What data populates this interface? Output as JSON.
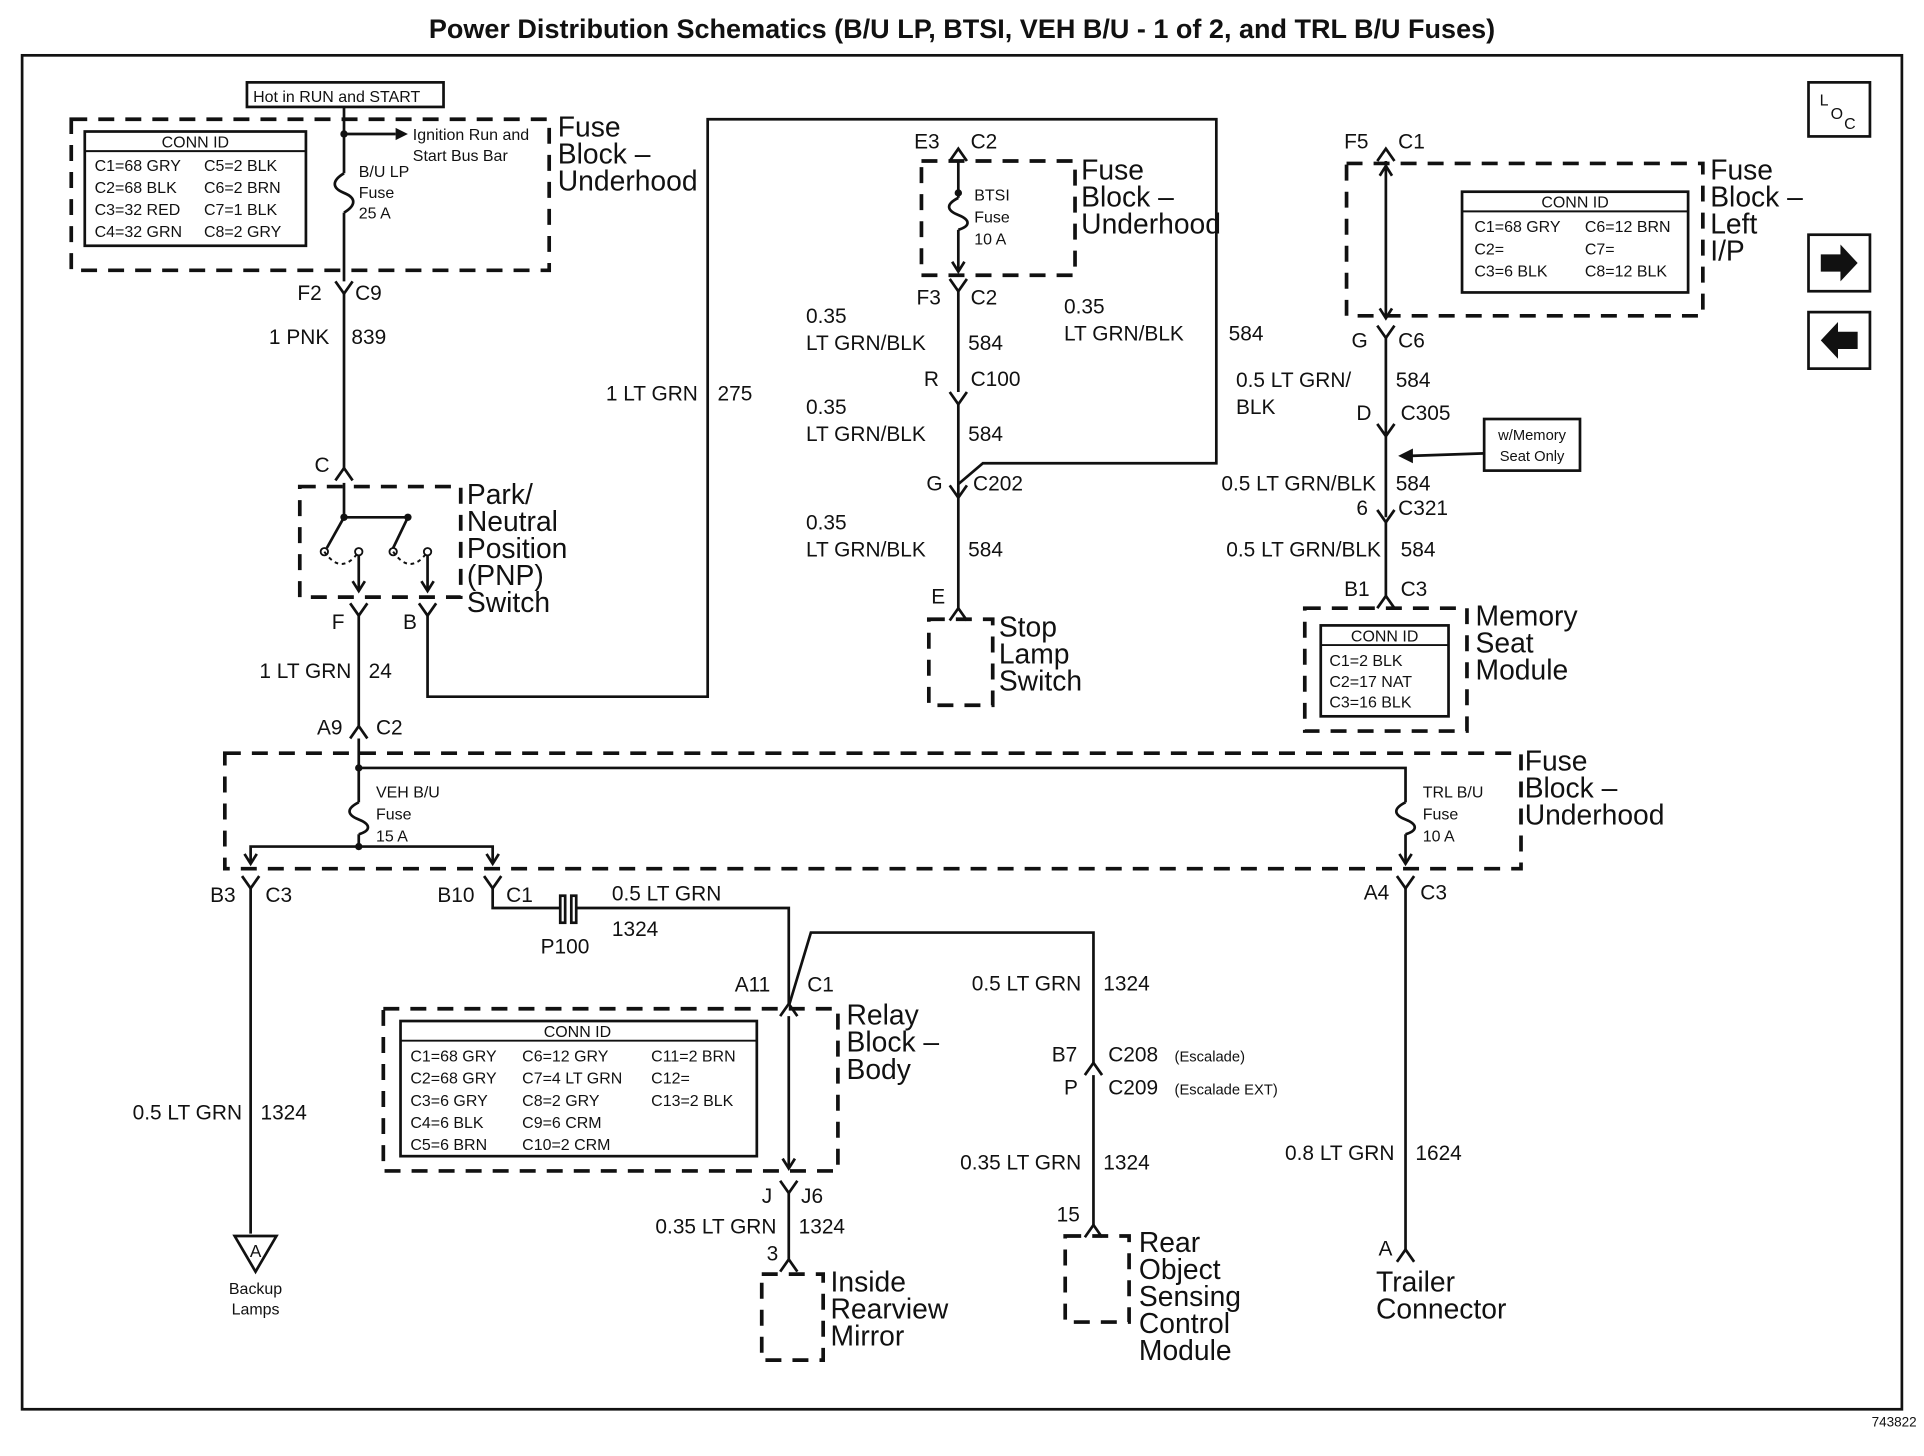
{
  "title": "Power Distribution Schematics (B/U LP, BTSI, VEH B/U - 1 of 2, and TRL B/U Fuses)",
  "figure_id": "743822",
  "nav": {
    "loc_l": "L",
    "loc_o": "O",
    "loc_c": "C",
    "next_icon": "arrow-right",
    "prev_icon": "arrow-left"
  },
  "notes": {
    "hot_in": "Hot in RUN and START",
    "ign_line1": "Ignition Run and",
    "ign_line2": "Start Bus Bar",
    "memory_line1": "w/Memory",
    "memory_line2": "Seat Only"
  },
  "components": {
    "fb_underhood_1": [
      "Fuse",
      "Block –",
      "Underhood"
    ],
    "fb_underhood_2": [
      "Fuse",
      "Block –",
      "Underhood"
    ],
    "fb_left_ip": [
      "Fuse",
      "Block –",
      "Left",
      "I/P"
    ],
    "fb_underhood_3": [
      "Fuse",
      "Block –",
      "Underhood"
    ],
    "pnp_switch": [
      "Park/",
      "Neutral",
      "Position",
      "(PNP)",
      "Switch"
    ],
    "stop_lamp": [
      "Stop",
      "Lamp",
      "Switch"
    ],
    "memory_seat": [
      "Memory",
      "Seat",
      "Module"
    ],
    "relay_block": [
      "Relay",
      "Block –",
      "Body"
    ],
    "mirror": [
      "Inside",
      "Rearview",
      "Mirror"
    ],
    "rear_object": [
      "Rear",
      "Object",
      "Sensing",
      "Control",
      "Module"
    ],
    "trailer": [
      "Trailer",
      "Connector"
    ],
    "backup": [
      "Backup",
      "Lamps"
    ],
    "backup_ref": "A"
  },
  "fuses": {
    "bu_lp": [
      "B/U LP",
      "Fuse",
      "25 A"
    ],
    "btsi": [
      "BTSI",
      "Fuse",
      "10 A"
    ],
    "veh_bu": [
      "VEH B/U",
      "Fuse",
      "15 A"
    ],
    "trl_bu": [
      "TRL B/U",
      "Fuse",
      "10 A"
    ]
  },
  "conn_tables": {
    "fb_underhood": {
      "header": "CONN ID",
      "rows": [
        [
          "C1=68 GRY",
          "C5=2 BLK"
        ],
        [
          "C2=68 BLK",
          "C6=2 BRN"
        ],
        [
          "C3=32 RED",
          "C7=1 BLK"
        ],
        [
          "C4=32 GRN",
          "C8=2 GRY"
        ]
      ]
    },
    "fb_left_ip": {
      "header": "CONN ID",
      "rows": [
        [
          "C1=68 GRY",
          "C6=12 BRN"
        ],
        [
          "C2=",
          "C7="
        ],
        [
          "C3=6 BLK",
          "C8=12 BLK"
        ]
      ]
    },
    "memory_seat": {
      "header": "CONN ID",
      "rows": [
        [
          "C1=2 BLK"
        ],
        [
          "C2=17 NAT"
        ],
        [
          "C3=16 BLK"
        ]
      ]
    },
    "relay_block": {
      "header": "CONN ID",
      "rows": [
        [
          "C1=68 GRY",
          "C6=12 GRY",
          "C11=2 BRN"
        ],
        [
          "C2=68 GRY",
          "C7=4 LT GRN",
          "C12="
        ],
        [
          "C3=6 GRY",
          "C8=2 GRY",
          "C13=2 BLK"
        ],
        [
          "C4=6 BLK",
          "C9=6 CRM",
          ""
        ],
        [
          "C5=6 BRN",
          "C10=2 CRM",
          ""
        ]
      ]
    }
  },
  "connectors": {
    "f2": "F2",
    "c9": "C9",
    "e3": "E3",
    "c2_e3": "C2",
    "f3": "F3",
    "c2_f3": "C2",
    "f5": "F5",
    "c1_f5": "C1",
    "g_c6": "G",
    "c6": "C6",
    "r": "R",
    "c100": "C100",
    "d": "D",
    "c305": "C305",
    "g_c202": "G",
    "c202": "C202",
    "six": "6",
    "c321": "C321",
    "e_stop": "E",
    "b1": "B1",
    "c3_b1": "C3",
    "c_pnp": "C",
    "f_pnp": "F",
    "b_pnp": "B",
    "a9": "A9",
    "c2_a9": "C2",
    "b3": "B3",
    "c3_b3": "C3",
    "b10": "B10",
    "c1_b10": "C1",
    "a4": "A4",
    "c3_a4": "C3",
    "p100": "P100",
    "a11": "A11",
    "c1_a11": "C1",
    "b7": "B7",
    "c208": "C208",
    "c208_note": "(Escalade)",
    "p": "P",
    "c209": "C209",
    "c209_note": "(Escalade EXT)",
    "j": "J",
    "j6": "J6",
    "three": "3",
    "fifteen": "15",
    "a_trailer": "A"
  },
  "wires": {
    "w839": {
      "size": "1 PNK",
      "circuit": "839"
    },
    "w275": {
      "size": "1 LT GRN",
      "circuit": "275"
    },
    "w24": {
      "size": "1 LT GRN",
      "circuit": "24"
    },
    "w584_a": {
      "size1": "0.35",
      "size2": "LT GRN/BLK",
      "circuit": "584"
    },
    "w584_b": {
      "size1": "0.35",
      "size2": "LT GRN/BLK",
      "circuit": "584"
    },
    "w584_c": {
      "size1": "0.35",
      "size2": "LT GRN/BLK",
      "circuit": "584"
    },
    "w584_d": {
      "size1": "0.35",
      "size2": "LT GRN/BLK",
      "circuit": "584"
    },
    "w584_e": {
      "size1": "0.5 LT GRN/",
      "size2": "BLK",
      "circuit": "584"
    },
    "w584_f": {
      "size": "0.5 LT GRN/BLK",
      "circuit": "584"
    },
    "w584_g": {
      "size": "0.5 LT GRN/BLK",
      "circuit": "584"
    },
    "w1324_a": {
      "size": "0.5 LT GRN",
      "circuit": "1324"
    },
    "w1324_b": {
      "size": "0.5 LT GRN",
      "circuit": "1324"
    },
    "w1324_c": {
      "size": "0.5 LT GRN",
      "circuit": "1324"
    },
    "w1324_d": {
      "size": "0.35 LT GRN",
      "circuit": "1324"
    },
    "w1324_e": {
      "size": "0.35 LT GRN",
      "circuit": "1324"
    },
    "w1624": {
      "size": "0.8 LT GRN",
      "circuit": "1624"
    }
  }
}
